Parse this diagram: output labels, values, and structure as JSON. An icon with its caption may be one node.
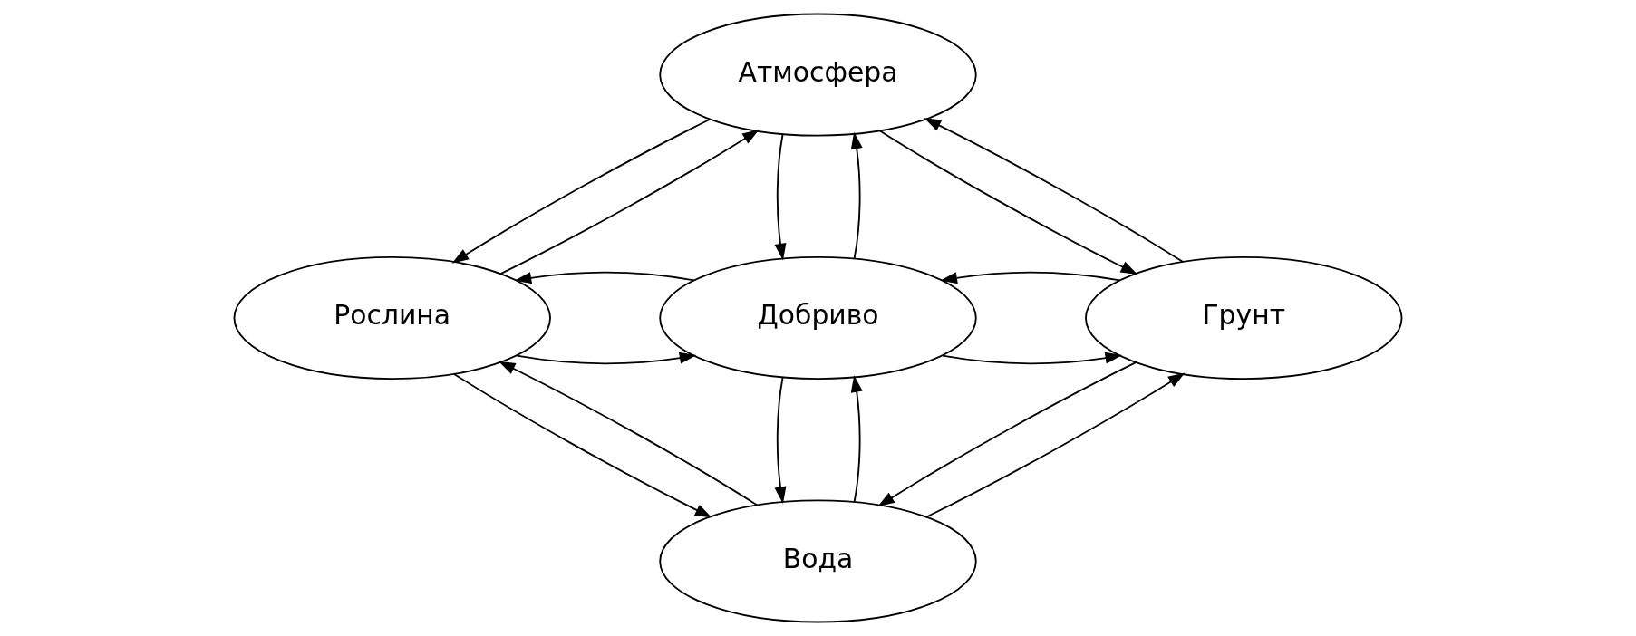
{
  "diagram": {
    "nodes": [
      {
        "text": [
          "Атмосфера"
        ]
      },
      {
        "text": [
          "Рослина"
        ]
      },
      {
        "text": [
          "Добриво"
        ]
      },
      {
        "text": [
          "Грунт"
        ]
      },
      {
        "text": [
          "Вода"
        ]
      }
    ],
    "edges": [
      {
        "from": 1,
        "to": 0,
        "arrow": "to"
      },
      {
        "from": 0,
        "to": 1,
        "arrow": "to"
      },
      {
        "from": 0,
        "to": 2,
        "arrow": "to"
      },
      {
        "from": 2,
        "to": 0,
        "arrow": "to"
      },
      {
        "from": 0,
        "to": 3,
        "arrow": "to"
      },
      {
        "from": 3,
        "to": 0,
        "arrow": "to"
      },
      {
        "from": 1,
        "to": 2,
        "arrow": "to"
      },
      {
        "from": 2,
        "to": 1,
        "arrow": "to"
      },
      {
        "from": 2,
        "to": 3,
        "arrow": "to"
      },
      {
        "from": 3,
        "to": 2,
        "arrow": "to"
      },
      {
        "from": 1,
        "to": 4,
        "arrow": "to"
      },
      {
        "from": 4,
        "to": 1,
        "arrow": "to"
      },
      {
        "from": 2,
        "to": 4,
        "arrow": "to"
      },
      {
        "from": 4,
        "to": 2,
        "arrow": "to"
      },
      {
        "from": 4,
        "to": 3,
        "arrow": "to"
      },
      {
        "from": 3,
        "to": 4,
        "arrow": "to"
      }
    ]
  }
}
